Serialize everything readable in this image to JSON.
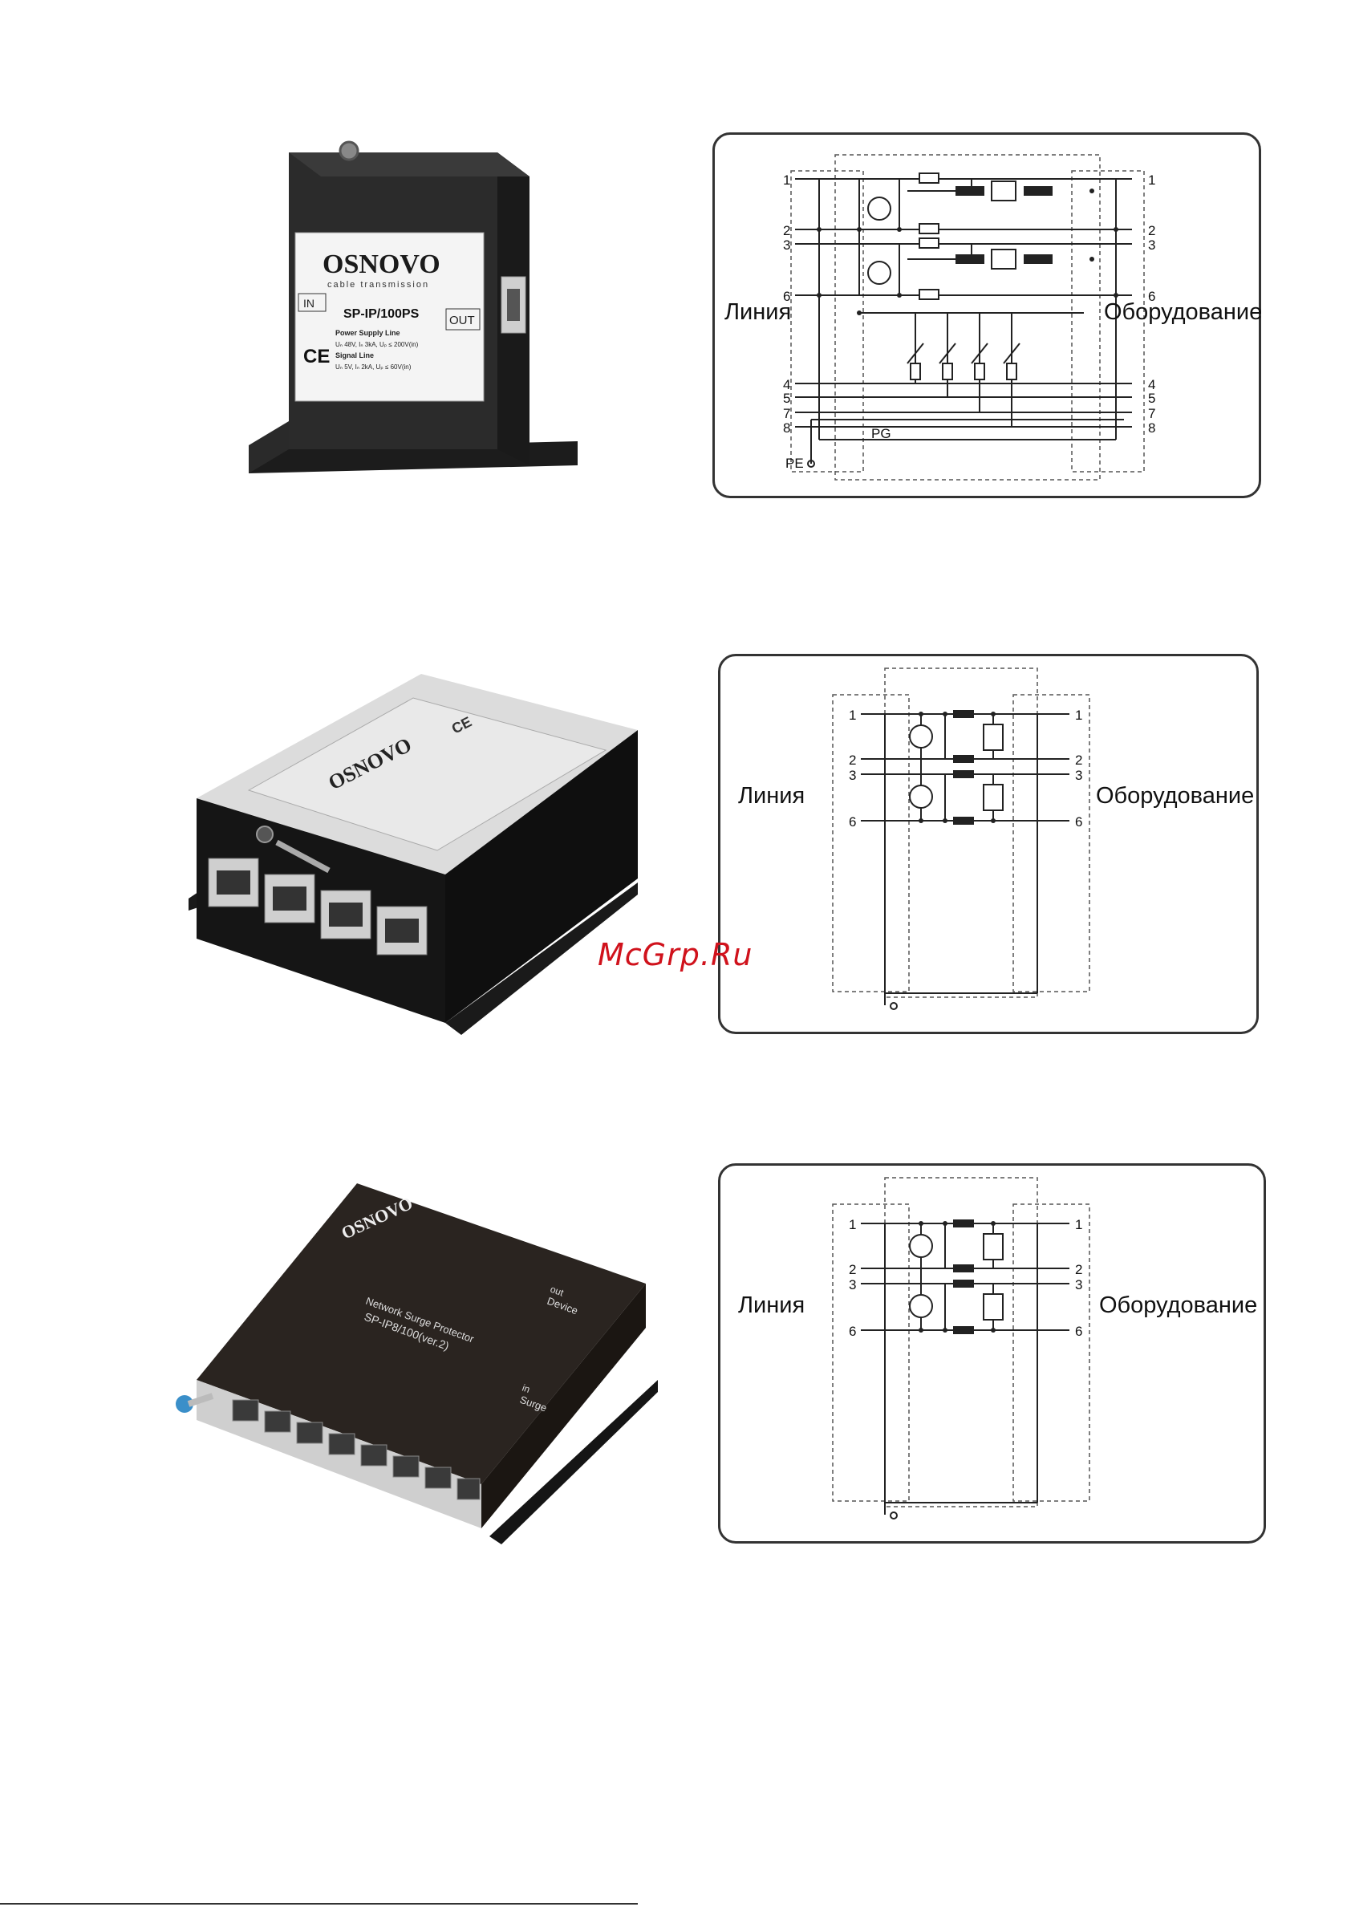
{
  "watermark": "McGrp.Ru",
  "device1": {
    "brand": "OSNOVO",
    "tagline": "cable transmission",
    "model": "SP-IP/100PS",
    "port_in": "IN",
    "port_out": "OUT",
    "ce": "CE",
    "spec_power_title": "Power Supply Line",
    "spec_power": "Uₙ 48V,  Iₙ 3kA,  Uₚ ≤ 200V(in)",
    "spec_signal_title": "Signal Line",
    "spec_signal": "Uₙ 5V,  Iₙ 2kA,  Uₚ ≤ 60V(in)"
  },
  "device2": {
    "brand": "OSNOVO",
    "ce": "CE"
  },
  "device3": {
    "brand": "OSNOVO",
    "title": "Network Surge Protector",
    "model": "SP-IP8/100(ver.2)",
    "out_label": "out",
    "out_sub": "Device",
    "in_label": "in",
    "in_sub": "Surge"
  },
  "schematic1": {
    "left_label": "Линия",
    "right_label": "Оборудование",
    "pins_left": [
      "1",
      "2",
      "3",
      "6",
      "4",
      "5",
      "7",
      "8"
    ],
    "pins_right": [
      "1",
      "2",
      "3",
      "6",
      "4",
      "5",
      "7",
      "8"
    ],
    "pg": "PG",
    "pe": "PE"
  },
  "schematic2": {
    "left_label": "Линия",
    "right_label": "Оборудование",
    "pins_left": [
      "1",
      "2",
      "3",
      "6"
    ],
    "pins_right": [
      "1",
      "2",
      "3",
      "6"
    ]
  },
  "schematic3": {
    "left_label": "Линия",
    "right_label": "Оборудование",
    "pins_left": [
      "1",
      "2",
      "3",
      "6"
    ],
    "pins_right": [
      "1",
      "2",
      "3",
      "6"
    ]
  }
}
